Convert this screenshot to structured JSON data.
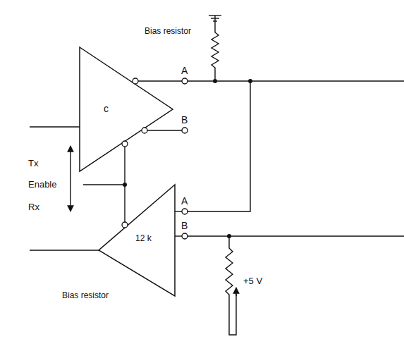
{
  "diagram": {
    "nodes": [
      {
        "text": [
          "c"
        ]
      },
      {
        "text": [
          "12 k"
        ]
      }
    ],
    "edges": [
      {
        "from": 0,
        "to": 1,
        "arrow": "none"
      }
    ],
    "labels": [
      "Bias resistor",
      "A",
      "B",
      "Tx",
      "Enable",
      "Rx",
      "A",
      "B",
      "Bias resistor",
      "+5 V"
    ]
  }
}
